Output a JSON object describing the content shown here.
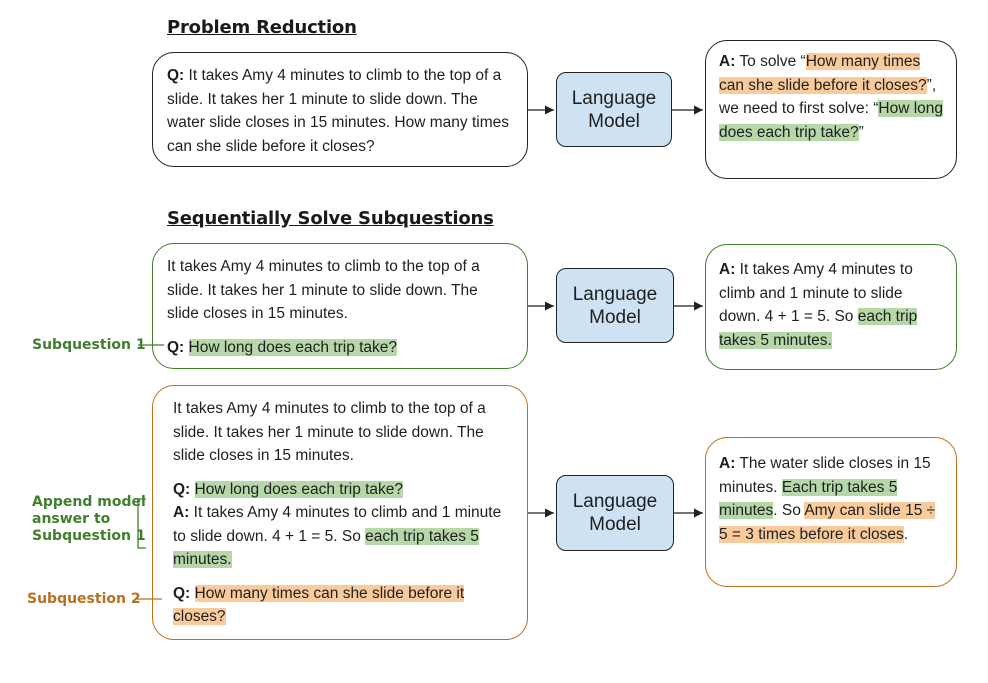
{
  "section1": {
    "title": "Problem Reduction",
    "question_label": "Q:",
    "question_text": " It takes Amy 4 minutes to climb to the top of a slide. It takes her 1 minute to slide down. The water slide closes in 15 minutes. How many times can she slide before it closes?",
    "model_label": "Language Model",
    "answer_label": "A:",
    "answer_part1": " To solve “",
    "answer_hl1": "How many times can she slide before it closes?",
    "answer_part2": "”, we need to first solve: “",
    "answer_hl2": "How long does each trip take?",
    "answer_part3": "”"
  },
  "section2": {
    "title": "Sequentially Solve Subquestions",
    "box1_context": "It takes Amy 4 minutes to climb to the top of a slide. It takes her 1 minute to slide down. The slide closes in 15 minutes.",
    "box1_q_label": "Q:",
    "box1_q_hl": "How long does each trip take?",
    "model1_label": "Language Model",
    "answer1_label": "A:",
    "answer1_text": " It takes Amy 4 minutes to climb and 1 minute to slide down. 4 + 1 = 5. So ",
    "answer1_hl": "each trip takes 5 minutes.",
    "box2_context": "It takes Amy 4 minutes to climb to the top of a slide. It takes her 1 minute to slide down. The slide closes in 15 minutes.",
    "box2_q1_label": "Q:",
    "box2_q1_hl": "How long does each trip take?",
    "box2_a1_label": "A:",
    "box2_a1_text": " It takes Amy 4 minutes to climb and 1 minute to slide down. 4 + 1 = 5. So ",
    "box2_a1_hl": "each trip takes 5 minutes.",
    "box2_q2_label": "Q:",
    "box2_q2_hl": "How many times can she slide before it closes?",
    "model2_label": "Language Model",
    "answer2_label": "A:",
    "answer2_text1": " The water slide closes in 15 minutes. ",
    "answer2_hl1": "Each trip takes 5 minutes",
    "answer2_text2": ". So ",
    "answer2_hl2": "Amy can slide 15 ÷ 5 = 3 times before it closes",
    "answer2_text3": "."
  },
  "side_labels": {
    "subquestion1": "Subquestion 1",
    "append": "Append model answer to Subquestion 1",
    "subquestion2": "Subquestion 2"
  },
  "colors": {
    "green": "#3f7f2e",
    "brown": "#b8701f",
    "highlight_orange": "#f9cb9c",
    "highlight_green": "#b6d7a8",
    "model_fill": "#cfe2f3"
  }
}
